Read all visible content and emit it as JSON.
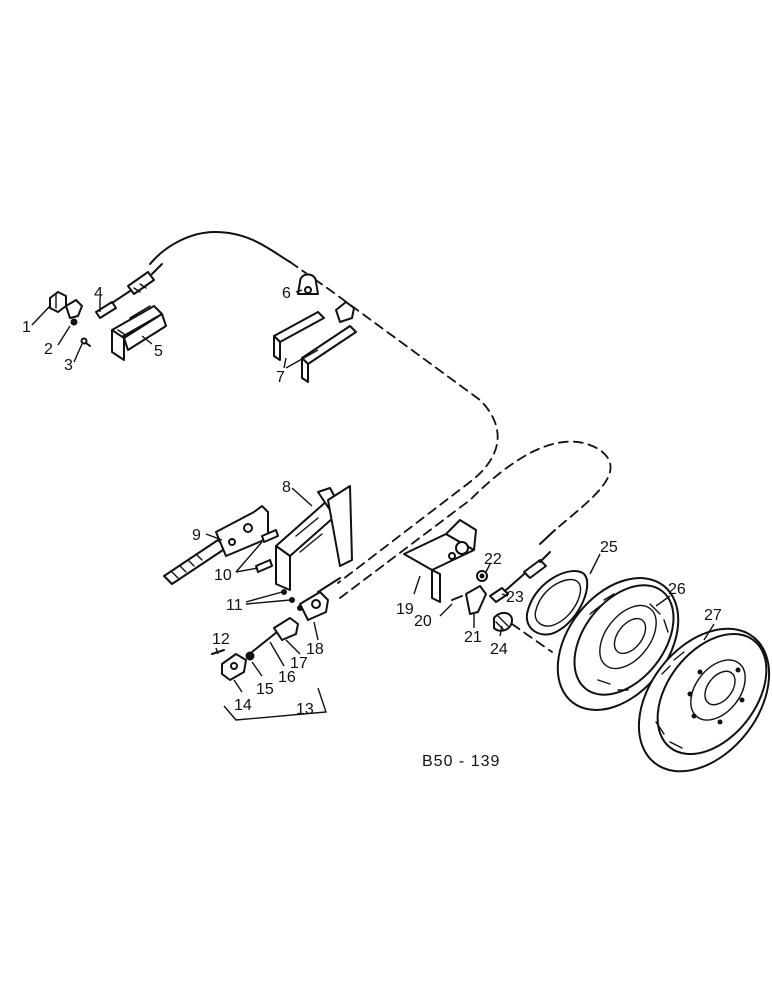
{
  "diagram": {
    "reference": "B50 - 139",
    "callouts": [
      "1",
      "2",
      "3",
      "4",
      "5",
      "6",
      "7",
      "8",
      "9",
      "10",
      "11",
      "12",
      "13",
      "14",
      "15",
      "16",
      "17",
      "18",
      "19",
      "20",
      "21",
      "22",
      "23",
      "24",
      "25",
      "26",
      "27"
    ]
  }
}
